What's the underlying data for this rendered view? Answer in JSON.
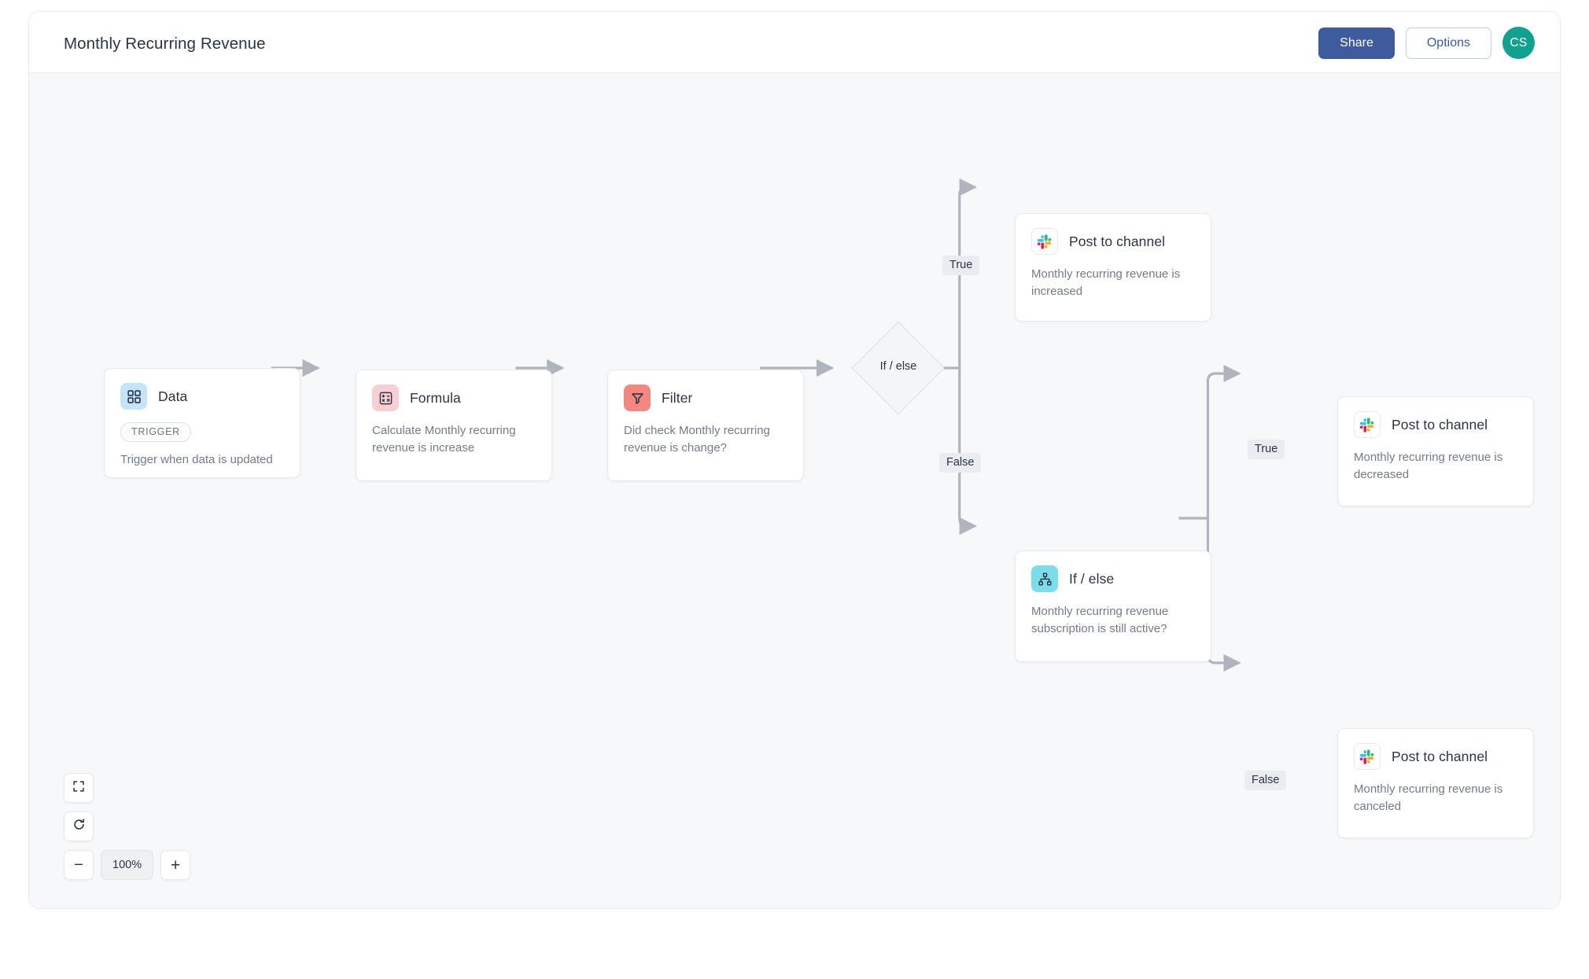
{
  "header": {
    "title": "Monthly Recurring Revenue",
    "share_label": "Share",
    "options_label": "Options",
    "avatar_initials": "CS"
  },
  "colors": {
    "share_button": "#3e5b9e",
    "avatar": "#12a090",
    "canvas": "#f7f8f9",
    "edge": "#b0b5bd",
    "icon_data": "#c5e4fa",
    "icon_formula": "#f8cfd2",
    "icon_filter": "#f4877f",
    "icon_ifelse": "#7bdcea",
    "chip": "#e9ecf0"
  },
  "nodes": {
    "data": {
      "title": "Data",
      "icon": "grid-squares-icon",
      "badge": "TRIGGER",
      "desc": "Trigger when data is updated"
    },
    "formula": {
      "title": "Formula",
      "icon": "calculator-icon",
      "desc": "Calculate Monthly recurring revenue is increase"
    },
    "filter": {
      "title": "Filter",
      "icon": "funnel-icon",
      "desc": "Did check Monthly recurring revenue is change?"
    },
    "decision1": {
      "label": "If / else"
    },
    "slack_increased": {
      "title": "Post to channel",
      "icon": "slack-icon",
      "desc": "Monthly recurring revenue is increased"
    },
    "ifelse2": {
      "title": "If / else",
      "icon": "sitemap-icon",
      "desc": "Monthly recurring revenue subscription is still active?"
    },
    "slack_decreased": {
      "title": "Post to channel",
      "icon": "slack-icon",
      "desc": "Monthly recurring revenue is decreased"
    },
    "slack_canceled": {
      "title": "Post to channel",
      "icon": "slack-icon",
      "desc": "Monthly recurring revenue is canceled"
    }
  },
  "edge_labels": {
    "d1_true": "True",
    "d1_false": "False",
    "d2_true": "True",
    "d2_false": "False"
  },
  "zoom": {
    "fit_icon": "fullscreen-icon",
    "reset_icon": "refresh-icon",
    "minus_label": "−",
    "level": "100%",
    "plus_label": "+"
  }
}
